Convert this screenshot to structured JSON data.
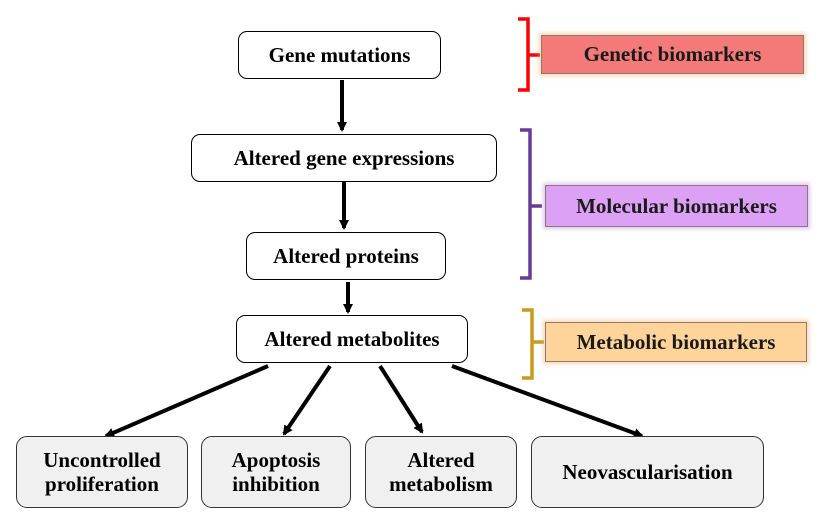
{
  "nodes": {
    "gene_mutations": "Gene mutations",
    "altered_gene_expressions": "Altered gene expressions",
    "altered_proteins": "Altered proteins",
    "altered_metabolites": "Altered metabolites",
    "uncontrolled_proliferation": "Uncontrolled\nproliferation",
    "apoptosis_inhibition": "Apoptosis\ninhibition",
    "altered_metabolism": "Altered\nmetabolism",
    "neovascularisation": "Neovascularisation"
  },
  "categories": {
    "genetic": {
      "label": "Genetic biomarkers",
      "color": "#f47a7a",
      "bracket_color": "#ff0000"
    },
    "molecular": {
      "label": "Molecular biomarkers",
      "color": "#dca0f5",
      "bracket_color": "#6a3a9a"
    },
    "metabolic": {
      "label": "Metabolic biomarkers",
      "color": "#ffd49a",
      "bracket_color": "#c89a20"
    }
  }
}
